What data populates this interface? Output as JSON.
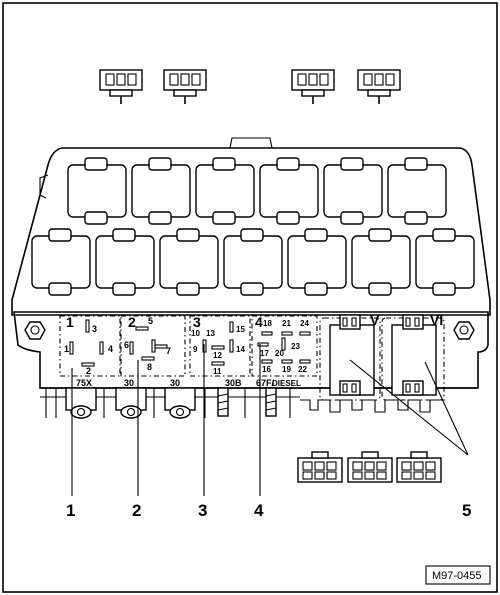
{
  "relay_slots": [
    {
      "id": "1",
      "terminals": [
        "3",
        "1",
        "4",
        "2"
      ]
    },
    {
      "id": "2",
      "terminals": [
        "5",
        "6",
        "7",
        "8"
      ]
    },
    {
      "id": "3",
      "terminals": [
        "10",
        "13",
        "15",
        "9",
        "12",
        "14",
        "11"
      ]
    },
    {
      "id": "4",
      "terminals": [
        "18",
        "21",
        "24",
        "17",
        "20",
        "23",
        "16",
        "19",
        "22"
      ]
    }
  ],
  "fuse_slots": [
    "V",
    "VI"
  ],
  "bottom_labels": [
    "75X",
    "30",
    "30",
    "30B",
    "67F/",
    "DIESEL"
  ],
  "callouts": [
    "1",
    "2",
    "3",
    "4",
    "5"
  ],
  "reference": "M97-0455"
}
